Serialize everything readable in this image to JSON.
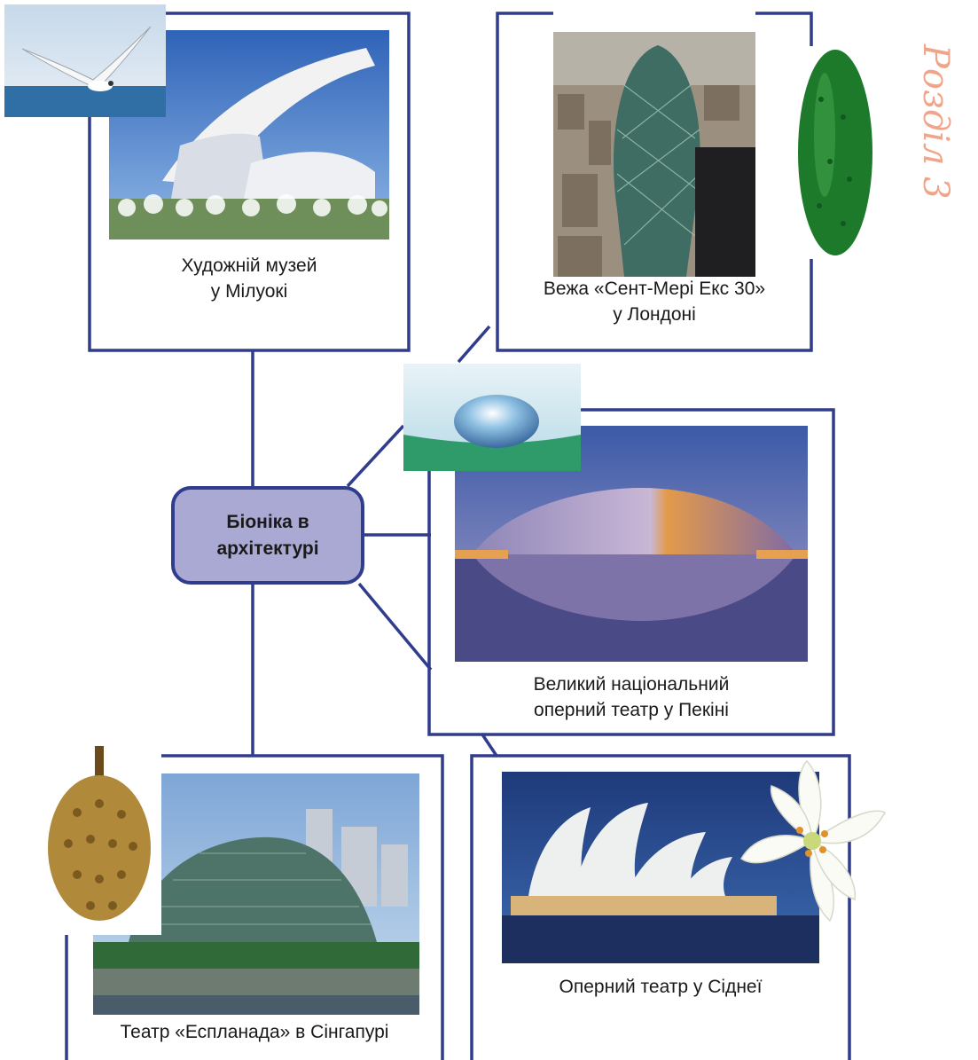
{
  "center": {
    "line1": "Біоніка в",
    "line2": "архітектурі"
  },
  "chapter_label": "Розділ 3",
  "cards": {
    "milwaukee": {
      "line1": "Художній музей",
      "line2": "у Мілуокі"
    },
    "london": {
      "line1": "Вежа «Сент-Мері Екс 30»",
      "line2": "у Лондоні"
    },
    "beijing": {
      "line1": "Великий національний",
      "line2": "оперний театр у Пекіні"
    },
    "singapore": {
      "line1": "Театр «Еспланада» в Сінгапурі"
    },
    "sydney": {
      "line1": "Оперний театр у Сіднеї"
    }
  },
  "icons": {
    "milwaukee": "seagull-photo",
    "london": "cucumber-photo",
    "beijing": "water-drop-photo",
    "singapore": "durian-photo",
    "sydney": "lily-photo"
  },
  "colors": {
    "frame": "#303c8c",
    "center_fill": "#a9a9d4",
    "chapter_label": "#f0a58a"
  }
}
